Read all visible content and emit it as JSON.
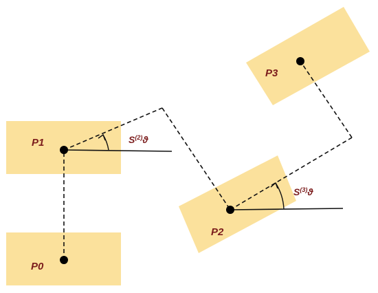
{
  "colors": {
    "block_fill": "#fbe19c",
    "label_color": "#7b1c1c",
    "line_color": "#111111"
  },
  "points": {
    "p0": "P0",
    "p1": "P1",
    "p2": "P2",
    "p3": "P3"
  },
  "angles": {
    "s2": {
      "base": "S",
      "sup": "(2)",
      "symbol": "ϑ"
    },
    "s3": {
      "base": "S",
      "sup": "(3)",
      "symbol": "ϑ"
    }
  }
}
